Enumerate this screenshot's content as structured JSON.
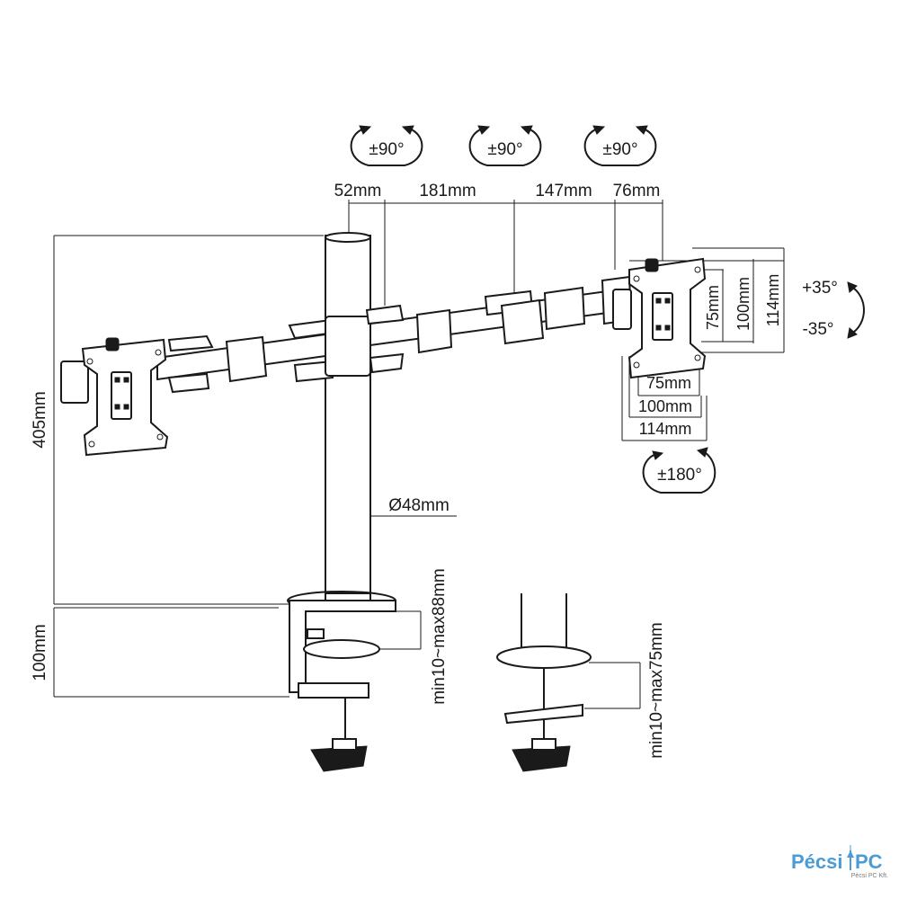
{
  "rotation_labels": {
    "arm_left": "±90°",
    "arm_center": "±90°",
    "arm_right": "±90°",
    "tilt_up": "+35°",
    "tilt_down": "-35°",
    "swivel": "±180°"
  },
  "dimensions": {
    "seg_52": "52mm",
    "seg_181": "181mm",
    "seg_147": "147mm",
    "seg_76": "76mm",
    "height_405": "405mm",
    "height_100": "100mm",
    "pole_diameter": "Ø48mm",
    "clamp_range": "min10~max88mm",
    "grommet_range": "min10~max75mm"
  },
  "vesa": {
    "v75": "75mm",
    "v100": "100mm",
    "v114": "114mm",
    "h75": "75mm",
    "h100": "100mm",
    "h114": "114mm"
  },
  "logo": {
    "name_left": "Pécsi",
    "name_right": "PC",
    "tagline": "Pécsi PC Kft."
  },
  "colors": {
    "line": "#1a1a1a",
    "logo": "#4a9bd6"
  }
}
